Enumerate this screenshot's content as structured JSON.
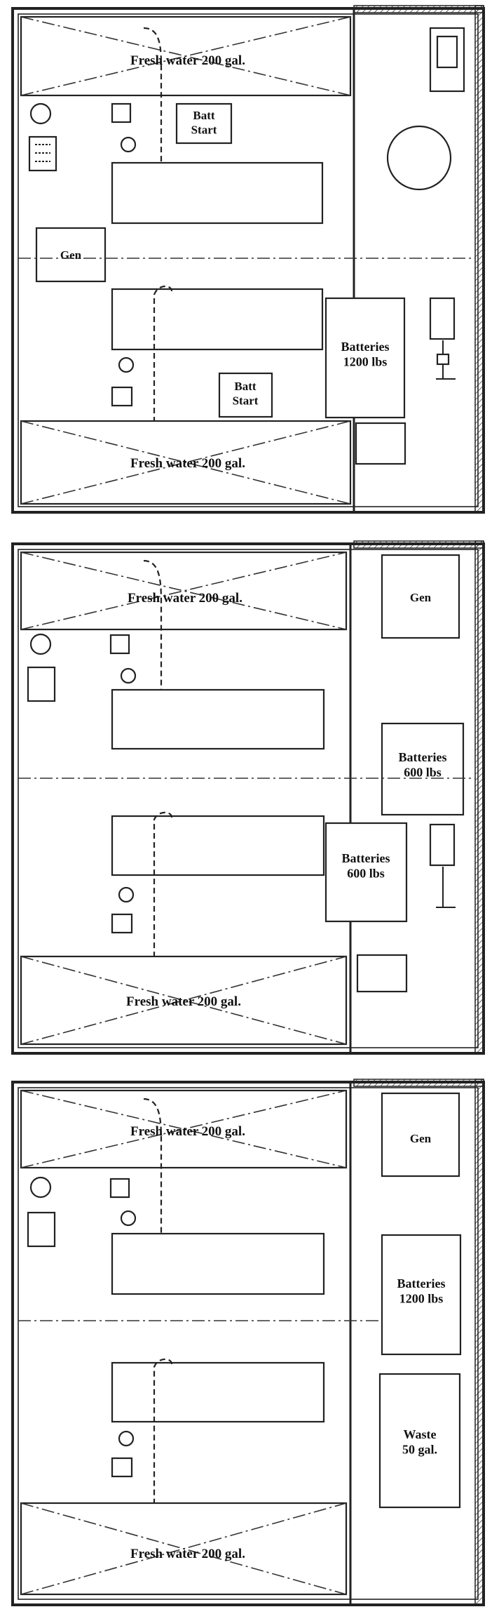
{
  "diagram": {
    "layouts": [
      {
        "labels": {
          "tank_top": "Fresh water 200 gal.",
          "batt_start_1": "Batt Start",
          "gen": "Gen",
          "batteries": "Batteries 1200 lbs",
          "batt_start_2": "Batt Start",
          "tank_bottom": "Fresh water 200 gal."
        }
      },
      {
        "labels": {
          "tank_top": "Fresh water 200 gal.",
          "gen": "Gen",
          "batteries_right": "Batteries 600 lbs",
          "batteries_center": "Batteries 600 lbs",
          "tank_bottom": "Fresh water 200 gal."
        }
      },
      {
        "labels": {
          "tank_top": "Fresh water 200 gal.",
          "gen": "Gen",
          "batteries": "Batteries 1200 lbs",
          "waste": "Waste 50 gal.",
          "tank_bottom": "Fresh water 200 gal."
        }
      }
    ]
  }
}
